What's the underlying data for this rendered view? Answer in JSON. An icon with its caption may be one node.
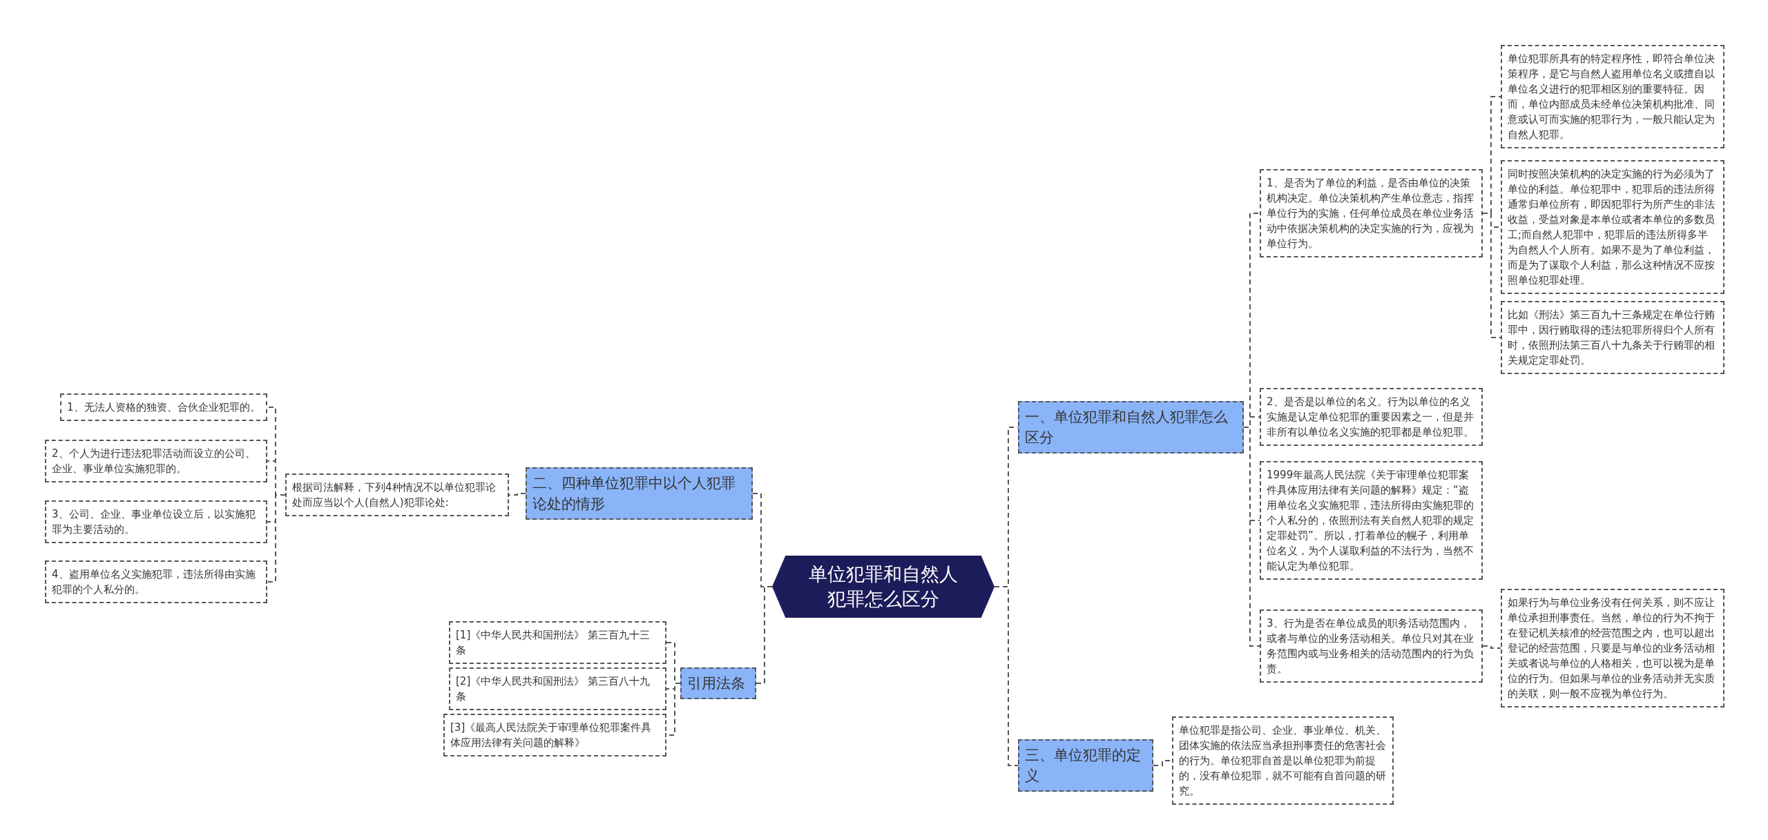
{
  "diagram": {
    "nodes": [
      {
        "text": [
          "单位犯罪和自然人犯罪怎么区分"
        ]
      },
      {
        "text": [
          "一、单位犯罪和自然人犯罪怎么区分"
        ]
      },
      {
        "text": [
          "1、是否为了单位的利益，是否由单位的决策机构决定。单位决策机构产生单位意志，指挥单位行为的实施，任何单位成员在单位业务活动中依据决策机构的决定实施的行为，应视为单位行为。"
        ]
      },
      {
        "text": [
          "单位犯罪所具有的特定程序性，即符合单位决策程序，是它与自然人盗用单位名义或擅自以单位名义进行的犯罪相区别的重要特征。因而，单位内部成员未经单位决策机构批准、同意或认可而实施的犯罪行为，一般只能认定为自然人犯罪。"
        ]
      },
      {
        "text": [
          "同时按照决策机构的决定实施的行为必须为了单位的利益。单位犯罪中，犯罪后的违法所得通常归单位所有，即因犯罪行为所产生的非法收益，受益对象是本单位或者本单位的多数员工;而自然人犯罪中，犯罪后的违法所得多半为自然人个人所有。如果不是为了单位利益，而是为了谋取个人利益，那么这种情况不应按照单位犯罪处理。"
        ]
      },
      {
        "text": [
          "比如《刑法》第三百九十三条规定在单位行贿罪中，因行贿取得的违法犯罪所得归个人所有时，依照刑法第三百八十九条关于行贿罪的相关规定定罪处罚。"
        ]
      },
      {
        "text": [
          "2、是否是以单位的名义。行为以单位的名义实施是认定单位犯罪的重要因素之一，但是并非所有以单位名义实施的犯罪都是单位犯罪。"
        ]
      },
      {
        "text": [
          "1999年最高人民法院《关于审理单位犯罪案件具体应用法律有关问题的解释》规定：“盗用单位名义实施犯罪，违法所得由实施犯罪的个人私分的，依照刑法有关自然人犯罪的规定定罪处罚”。所以，打着单位的幌子，利用单位名义，为个人谋取利益的不法行为，当然不能认定为单位犯罪。"
        ]
      },
      {
        "text": [
          "3、行为是否在单位成员的职务活动范围内，或者与单位的业务活动相关。单位只对其在业务范围内或与业务相关的活动范围内的行为负责。"
        ]
      },
      {
        "text": [
          "如果行为与单位业务没有任何关系，则不应让单位承担刑事责任。当然，单位的行为不拘于在登记机关核准的经营范围之内，也可以超出登记的经营范围，只要是与单位的业务活动相关或者说与单位的人格相关，也可以视为是单位的行为。但如果与单位的业务活动并无实质的关联，则一般不应视为单位行为。"
        ]
      },
      {
        "text": [
          "三、单位犯罪的定义"
        ]
      },
      {
        "text": [
          "单位犯罪是指公司、企业、事业单位、机关、团体实施的依法应当承担刑事责任的危害社会的行为。单位犯罪自首是以单位犯罪为前提的，没有单位犯罪，就不可能有自首问题的研究。"
        ]
      },
      {
        "text": [
          "二、四种单位犯罪中以个人犯罪论处的情形"
        ]
      },
      {
        "text": [
          "根据司法解释，下列4种情况不以单位犯罪论处而应当以个人(自然人)犯罪论处:"
        ]
      },
      {
        "text": [
          "1、无法人资格的独资、合伙企业犯罪的。"
        ]
      },
      {
        "text": [
          "2、个人为进行违法犯罪活动而设立的公司、企业、事业单位实施犯罪的。"
        ]
      },
      {
        "text": [
          "3、公司、企业、事业单位设立后，以实施犯罪为主要活动的。"
        ]
      },
      {
        "text": [
          "4、盗用单位名义实施犯罪，违法所得由实施犯罪的个人私分的。"
        ]
      },
      {
        "text": [
          "引用法条"
        ]
      },
      {
        "text": [
          "[1]《中华人民共和国刑法》 第三百九十三条"
        ]
      },
      {
        "text": [
          "[2]《中华人民共和国刑法》 第三百八十九条"
        ]
      },
      {
        "text": [
          "[3]《最高人民法院关于审理单位犯罪案件具体应用法律有关问题的解释》"
        ]
      }
    ],
    "edges": [
      {
        "from": 0,
        "to": 1,
        "arrow": "none"
      },
      {
        "from": 1,
        "to": 2,
        "arrow": "none"
      },
      {
        "from": 2,
        "to": 3,
        "arrow": "none"
      },
      {
        "from": 2,
        "to": 4,
        "arrow": "none"
      },
      {
        "from": 2,
        "to": 5,
        "arrow": "none"
      },
      {
        "from": 1,
        "to": 6,
        "arrow": "none"
      },
      {
        "from": 1,
        "to": 7,
        "arrow": "none"
      },
      {
        "from": 1,
        "to": 8,
        "arrow": "none"
      },
      {
        "from": 8,
        "to": 9,
        "arrow": "none"
      },
      {
        "from": 0,
        "to": 10,
        "arrow": "none"
      },
      {
        "from": 10,
        "to": 11,
        "arrow": "none"
      },
      {
        "from": 0,
        "to": 12,
        "arrow": "none"
      },
      {
        "from": 12,
        "to": 13,
        "arrow": "none"
      },
      {
        "from": 13,
        "to": 14,
        "arrow": "none"
      },
      {
        "from": 13,
        "to": 15,
        "arrow": "none"
      },
      {
        "from": 13,
        "to": 16,
        "arrow": "none"
      },
      {
        "from": 13,
        "to": 17,
        "arrow": "none"
      },
      {
        "from": 0,
        "to": 18,
        "arrow": "none"
      },
      {
        "from": 18,
        "to": 19,
        "arrow": "none"
      },
      {
        "from": 18,
        "to": 20,
        "arrow": "none"
      },
      {
        "from": 18,
        "to": 21,
        "arrow": "none"
      }
    ]
  }
}
